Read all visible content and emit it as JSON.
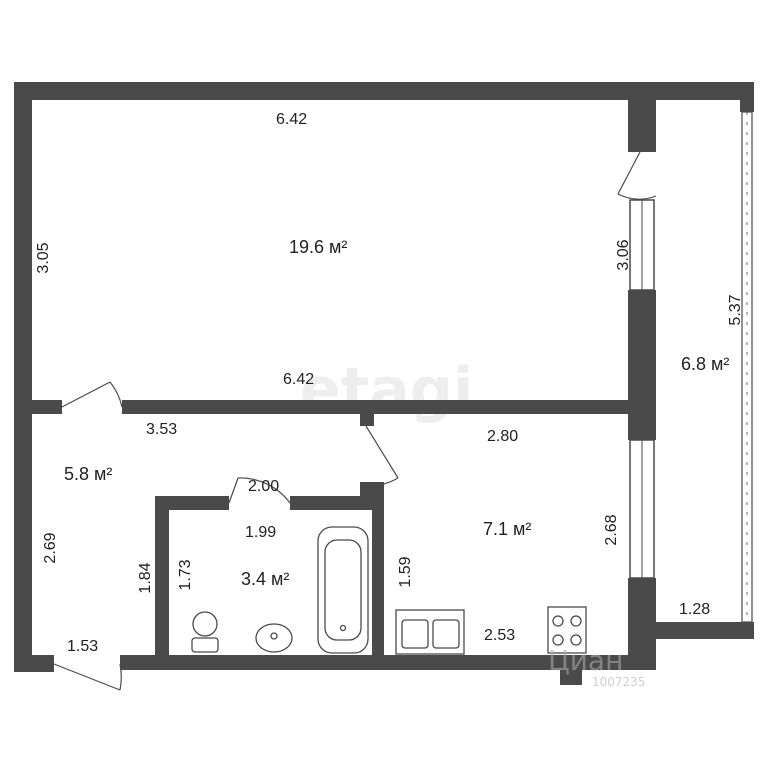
{
  "rooms": {
    "main_room": {
      "area": "19.6 м²",
      "width_top": "6.42",
      "width_bottom": "6.42",
      "height_left": "3.05",
      "height_right": "3.06"
    },
    "balcony": {
      "area": "6.8 м²",
      "length": "5.37",
      "width": "1.28"
    },
    "hall": {
      "area": "5.8 м²",
      "width": "3.53",
      "height": "2.69",
      "door_width": "1.53",
      "wall_length": "1.84"
    },
    "bathroom": {
      "area": "3.4 м²",
      "width_top": "2.00",
      "width_inner": "1.99",
      "height_left": "1.73",
      "height_right": "1.59"
    },
    "kitchen": {
      "area": "7.1 м²",
      "width_top": "2.80",
      "width_bottom": "2.53",
      "height": "2.68"
    }
  },
  "watermark": {
    "brand": "etagi",
    "cian": "Циан",
    "cian_id": "1007235"
  }
}
